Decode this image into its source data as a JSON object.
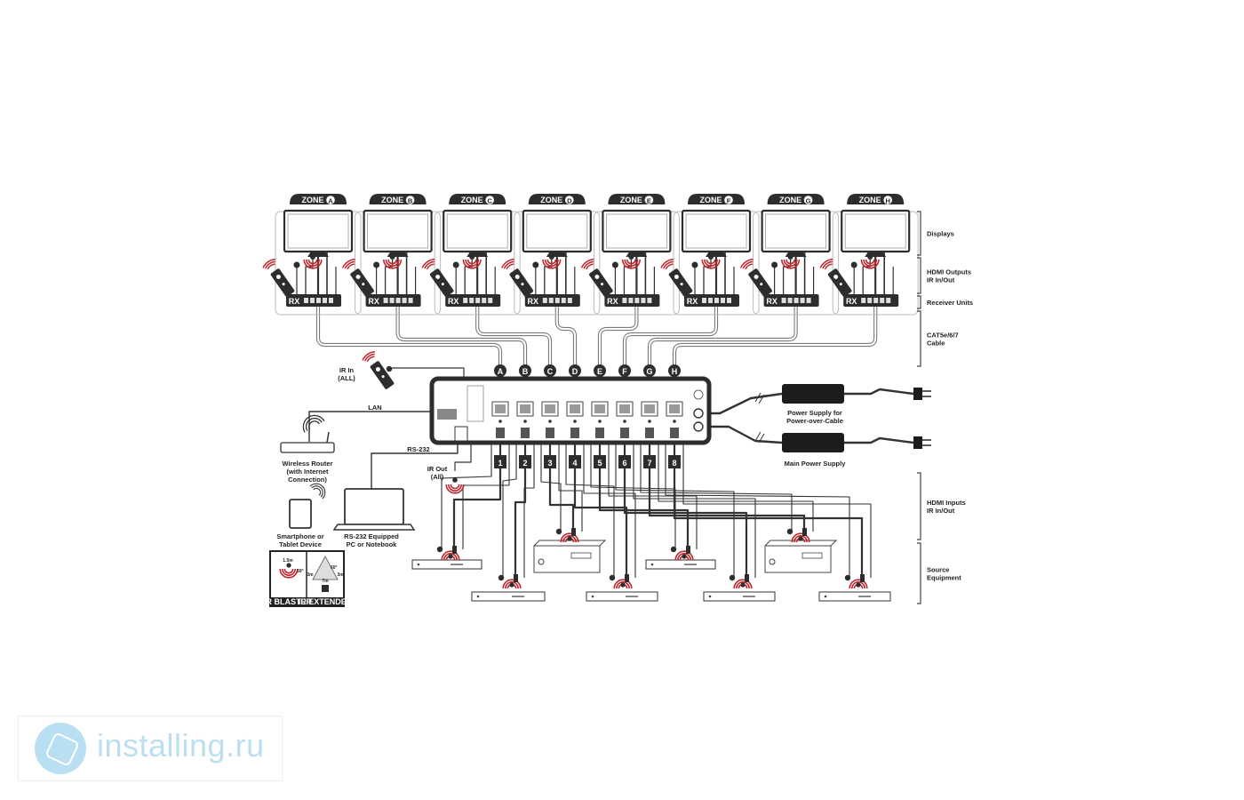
{
  "zones": [
    {
      "prefix": "ZONE",
      "letter": "A"
    },
    {
      "prefix": "ZONE",
      "letter": "B"
    },
    {
      "prefix": "ZONE",
      "letter": "C"
    },
    {
      "prefix": "ZONE",
      "letter": "D"
    },
    {
      "prefix": "ZONE",
      "letter": "E"
    },
    {
      "prefix": "ZONE",
      "letter": "F"
    },
    {
      "prefix": "ZONE",
      "letter": "G"
    },
    {
      "prefix": "ZONE",
      "letter": "H"
    }
  ],
  "receiver_tag": "RX",
  "port_letters": [
    "A",
    "B",
    "C",
    "D",
    "E",
    "F",
    "G",
    "H"
  ],
  "input_numbers": [
    "1",
    "2",
    "3",
    "4",
    "5",
    "6",
    "7",
    "8"
  ],
  "brackets": {
    "displays": [
      "Displays"
    ],
    "hdmi_outputs": [
      "HDMI Outputs",
      "IR In/Out"
    ],
    "receivers": [
      "Receiver Units"
    ],
    "cable": [
      "CAT5e/6/7",
      "Cable"
    ],
    "hdmi_inputs": [
      "HDMI Inputs",
      "IR In/Out"
    ],
    "source": [
      "Source",
      "Equipment"
    ]
  },
  "left_labels": {
    "ir_in": [
      "IR In",
      "(ALL)"
    ],
    "lan": "LAN",
    "router": [
      "Wireless Router",
      "(with Internet",
      "Connection)"
    ],
    "rs232": "RS-232",
    "ir_out": [
      "IR Out",
      "(All)"
    ],
    "tablet": [
      "Smartphone or",
      "Tablet Device"
    ],
    "pc": [
      "RS-232 Equipped",
      "PC or Notebook"
    ]
  },
  "power_labels": {
    "poc": [
      "Power Supply for",
      "Power-over-Cable"
    ],
    "main": "Main Power Supply"
  },
  "ir_legend": {
    "blaster": "IR BLASTER",
    "extender": "IR EXTENDER",
    "blaster_dist": "1.5m",
    "blaster_angle": "60°",
    "ext_dist_top": "7m",
    "ext_angle": "60°",
    "ext_dist_left": "3m",
    "ext_dist_right": "3m"
  },
  "watermark": "installing.ru",
  "colors": {
    "dark": "#2d2d2d",
    "accent": "#c1272d",
    "line": "#555555"
  }
}
